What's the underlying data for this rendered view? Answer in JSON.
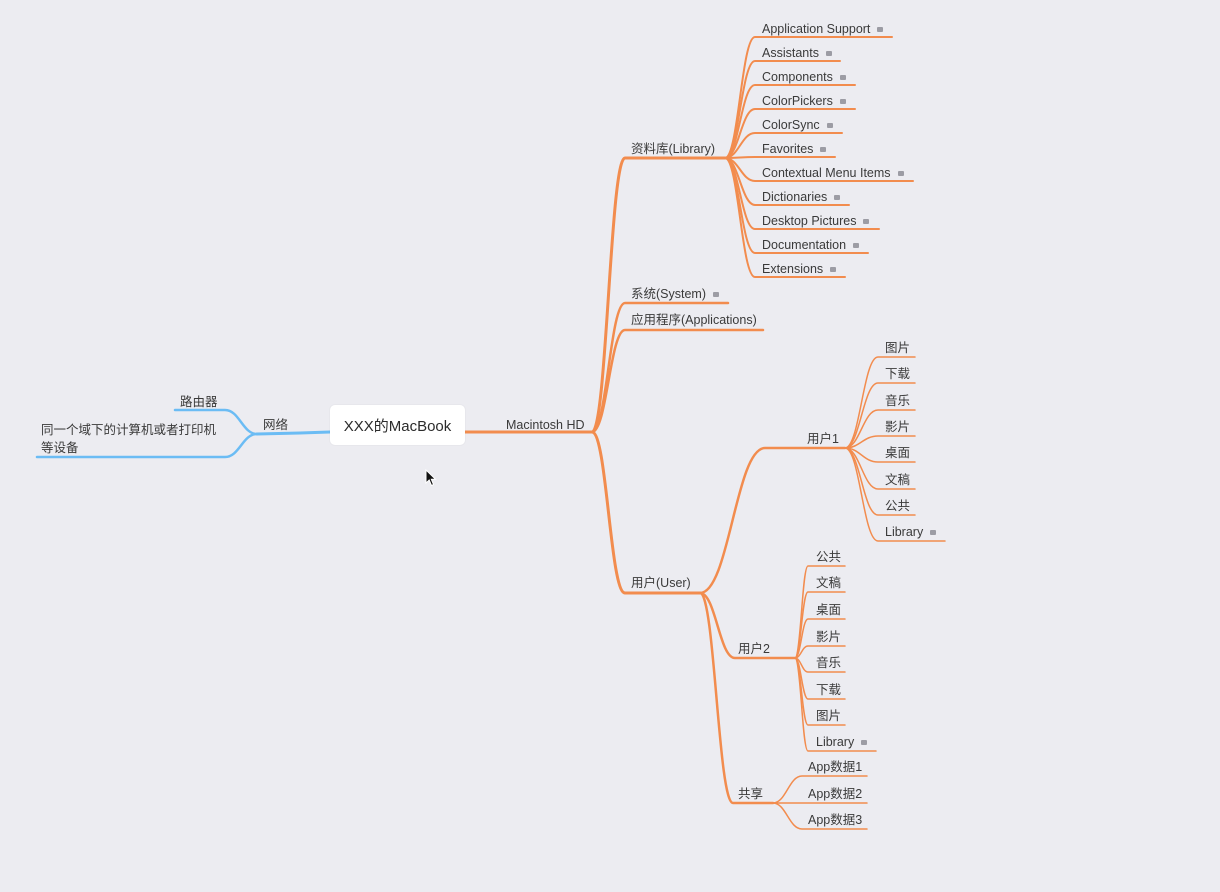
{
  "mindmap": {
    "root": "XXX的MacBook",
    "colors": {
      "right_branch": "#f28c4e",
      "left_branch": "#6bbcf4",
      "background": "#ececf1"
    },
    "left": {
      "label": "网络",
      "children": [
        "路由器",
        "同一个域下的计算机或者打印机等设备"
      ]
    },
    "right": {
      "label": "Macintosh HD",
      "library": {
        "label": "资料库(Library)",
        "children": [
          "Application Support",
          "Assistants",
          "Components",
          "ColorPickers",
          "ColorSync",
          "Favorites",
          "Contextual Menu Items",
          "Dictionaries",
          "Desktop Pictures",
          "Documentation",
          "Extensions"
        ]
      },
      "system": "系统(System)",
      "applications": "应用程序(Applications)",
      "user": {
        "label": "用户(User)",
        "user1": {
          "label": "用户1",
          "children": [
            "图片",
            "下载",
            "音乐",
            "影片",
            "桌面",
            "文稿",
            "公共",
            "Library"
          ]
        },
        "user2": {
          "label": "用户2",
          "children": [
            "公共",
            "文稿",
            "桌面",
            "影片",
            "音乐",
            "下载",
            "图片",
            "Library"
          ]
        },
        "shared": {
          "label": "共享",
          "children": [
            "App数据1",
            "App数据2",
            "App数据3"
          ]
        }
      }
    }
  }
}
